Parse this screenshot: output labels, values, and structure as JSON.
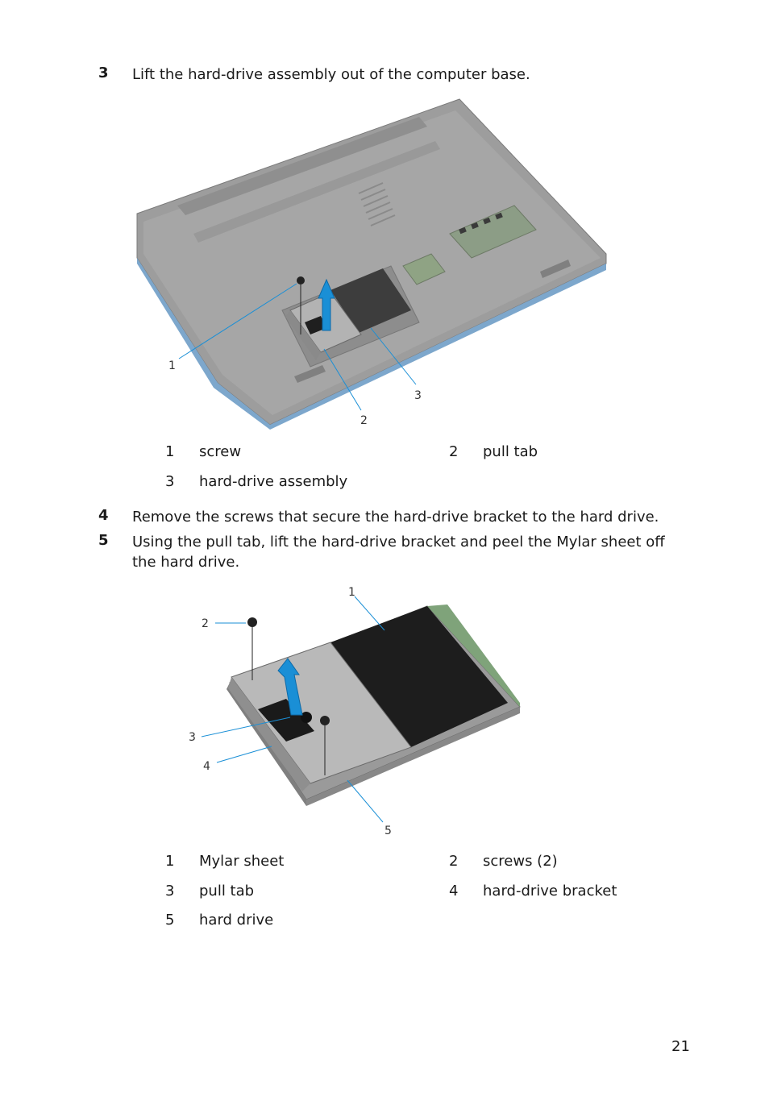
{
  "steps": [
    {
      "num": "3",
      "text": "Lift the hard-drive assembly out of the computer base."
    },
    {
      "num": "4",
      "text": "Remove the screws that secure the hard-drive bracket to the hard drive."
    },
    {
      "num": "5",
      "text_line1": "Using the pull tab, lift the hard-drive bracket and peel the Mylar sheet off",
      "text_line2": "the hard drive."
    }
  ],
  "figure1": {
    "callouts": [
      "1",
      "2",
      "3"
    ],
    "legend": [
      {
        "num": "1",
        "label": "screw"
      },
      {
        "num": "2",
        "label": "pull tab"
      },
      {
        "num": "3",
        "label": "hard-drive assembly"
      }
    ]
  },
  "figure2": {
    "callouts": [
      "1",
      "2",
      "3",
      "4",
      "5"
    ],
    "legend": [
      {
        "num": "1",
        "label": "Mylar sheet"
      },
      {
        "num": "2",
        "label": "screws (2)"
      },
      {
        "num": "3",
        "label": "pull tab"
      },
      {
        "num": "4",
        "label": "hard-drive bracket"
      },
      {
        "num": "5",
        "label": "hard drive"
      }
    ]
  },
  "page_number": "21",
  "colors": {
    "accent_blue": "#1a8fd6",
    "callout_line": "#1a8fd6"
  }
}
